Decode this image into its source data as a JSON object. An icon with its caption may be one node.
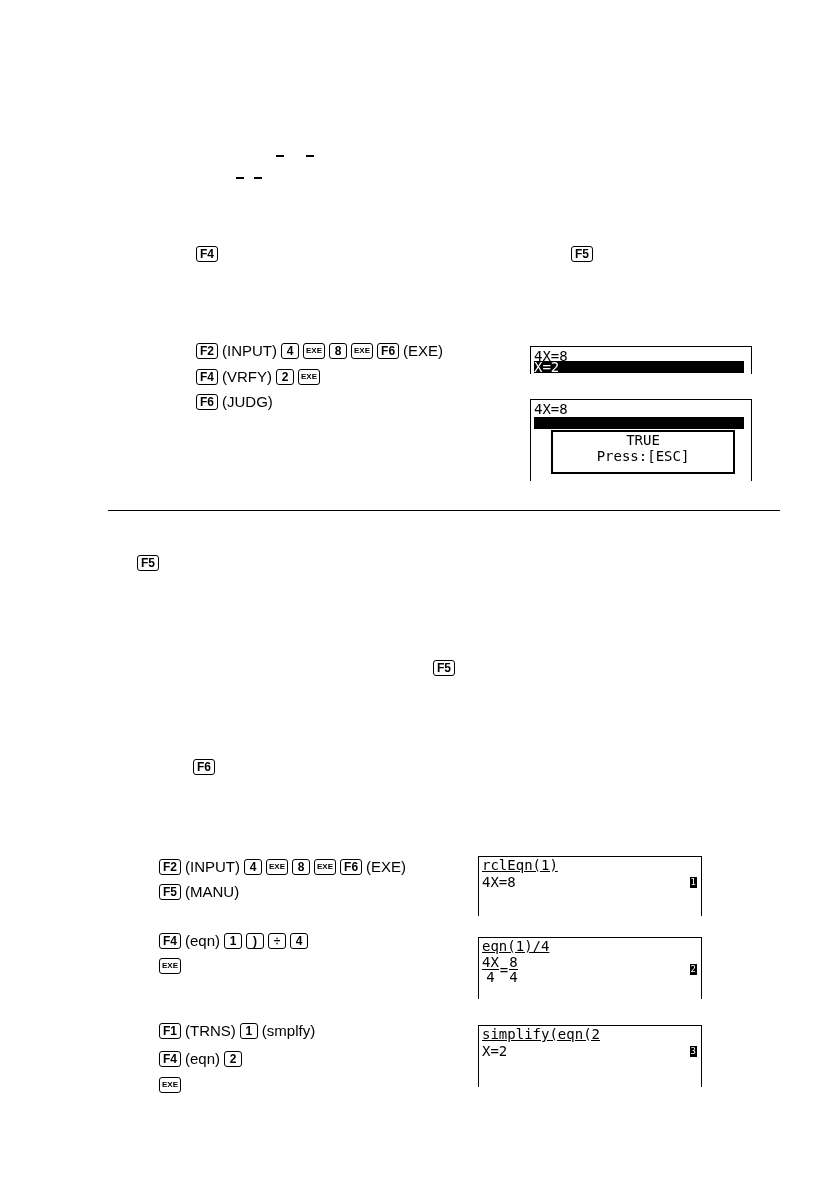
{
  "diagram": {
    "labels": [
      "F4",
      "F5",
      "F2",
      "(INPUT)",
      "4",
      "EXE",
      "8",
      "EXE",
      "F6",
      "(EXE)",
      "4X=8",
      "X=2",
      "F4",
      "(VRFY)",
      "2",
      "EXE",
      "F6",
      "(JUDG)",
      "4X=8",
      "TRUE",
      "Press:[ESC]",
      "F5",
      "F5",
      "F6",
      "F2",
      "(INPUT)",
      "4",
      "EXE",
      "8",
      "EXE",
      "F6",
      "(EXE)",
      "rclEqn(1)",
      "4X=8",
      "1",
      "F5",
      "(MANU)",
      "F4",
      "(eqn)",
      "1",
      ")",
      "÷",
      "4",
      "eqn(1)/4",
      "4X",
      "4",
      "=",
      "8",
      "4",
      "2",
      "EXE",
      "F1",
      "(TRNS)",
      "1",
      "(smplfy)",
      "simplify(eqn(2",
      "X=2",
      "3",
      "F4",
      "(eqn)",
      "2",
      "EXE"
    ]
  }
}
